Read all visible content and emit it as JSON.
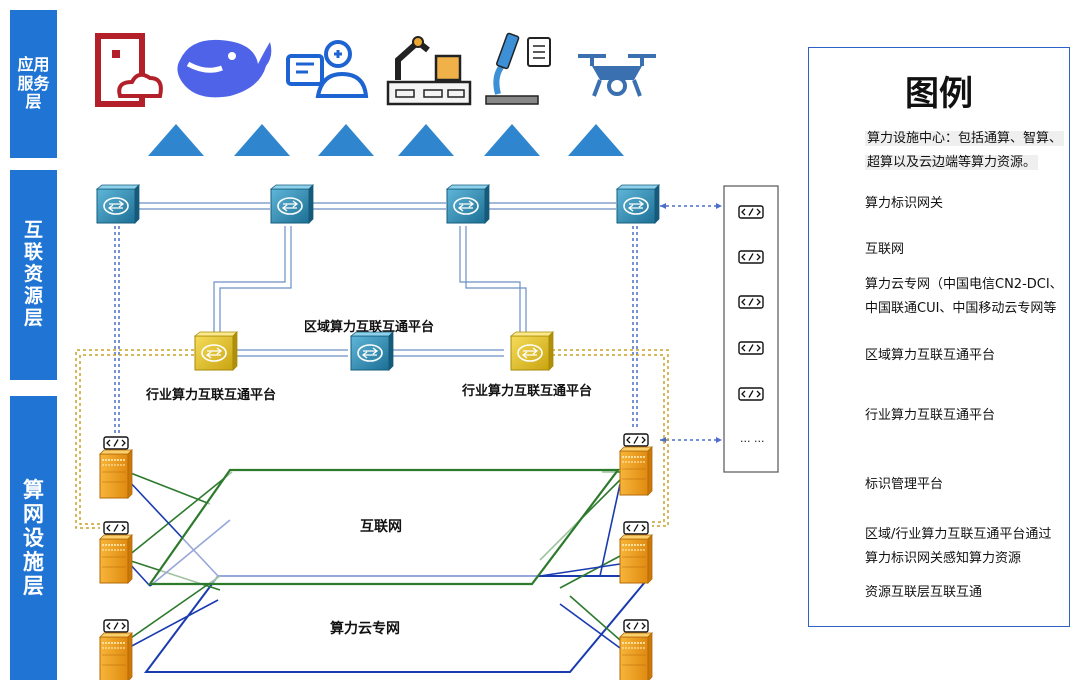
{
  "layers": {
    "app": "应用服务层",
    "interconnect": "互联资源层",
    "infra": "算网设施层"
  },
  "app_icons": [
    "government-building-cloud-icon",
    "whale-ai-icon",
    "medical-remote-consult-icon",
    "industrial-robot-arm-icon",
    "microscope-research-icon",
    "drone-icon"
  ],
  "labels": {
    "regional_platform": "区域算力互联互通平台",
    "industry_platform_left": "行业算力互联互通平台",
    "industry_platform_right": "行业算力互联互通平台",
    "internet": "互联网",
    "private_cloud": "算力云专网",
    "gateway_more": "... ..."
  },
  "legend": {
    "title": "图例",
    "items": {
      "computing_center_1": "算力设施中心：包括通算、智算、",
      "computing_center_2": "超算以及云边端等算力资源。",
      "gateway": "算力标识网关",
      "internet": "互联网",
      "private_net_1": "算力云专网（中国电信CN2-DCI、",
      "private_net_2": "中国联通CUI、中国移动云专网等",
      "regional": "区域算力互联互通平台",
      "industry": "行业算力互联互通平台",
      "id_mgmt": "标识管理平台",
      "perceive_1": "区域/行业算力互联互通平台通过",
      "perceive_2": "算力标识网关感知算力资源",
      "resource_interconnect": "资源互联层互联互通"
    }
  },
  "colors": {
    "layer_blue": "#1f74d4",
    "triangle": "#2f86cf",
    "router_teal": "#2b8ab4",
    "router_gold": "#e6c21a",
    "server_orange": "#f0a020",
    "internet_green": "#2d7a2d",
    "private_blue": "#1a3bb0",
    "dashed_gold": "#c9a227",
    "dashed_blue": "#4a6fc9"
  }
}
